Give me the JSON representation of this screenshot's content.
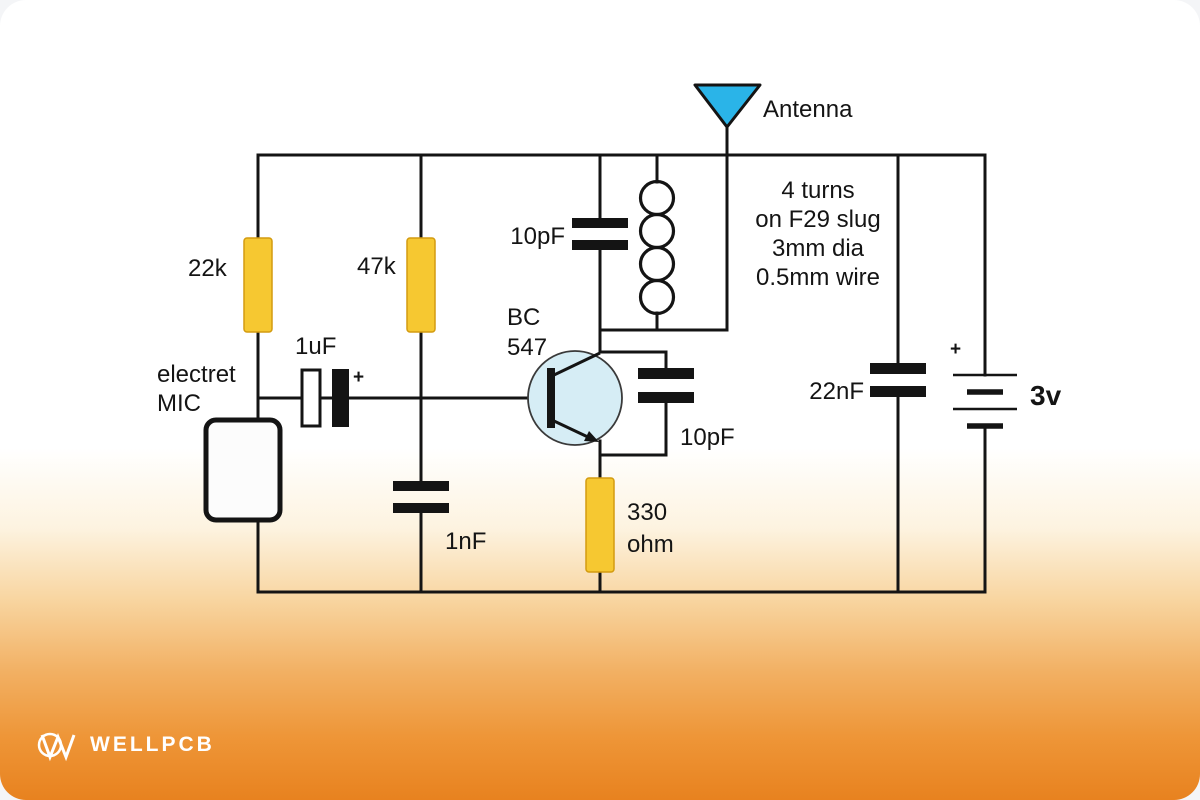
{
  "circuit": {
    "antenna": "Antenna",
    "coil_note": [
      "4 turns",
      "on F29 slug",
      "3mm dia",
      "0.5mm wire"
    ],
    "resistors": {
      "r1": "22k",
      "r2": "47k",
      "r3_value": "330",
      "r3_unit": "ohm"
    },
    "capacitors": {
      "c1": "1uF",
      "c1_polarity": "+",
      "c2": "1nF",
      "c3": "10pF",
      "c4": "10pF",
      "c5": "22nF"
    },
    "mic": [
      "electret",
      "MIC"
    ],
    "transistor": [
      "BC",
      "547"
    ],
    "battery": {
      "plus": "+",
      "voltage": "3v"
    }
  },
  "footer": {
    "brand": "WELLPCB"
  },
  "colors": {
    "wire": "#141414",
    "antenna_fill": "#2ab4e8",
    "resistor_fill": "#f6c831",
    "transistor_fill": "#d6edf5",
    "background_orange": "#e8821f"
  }
}
